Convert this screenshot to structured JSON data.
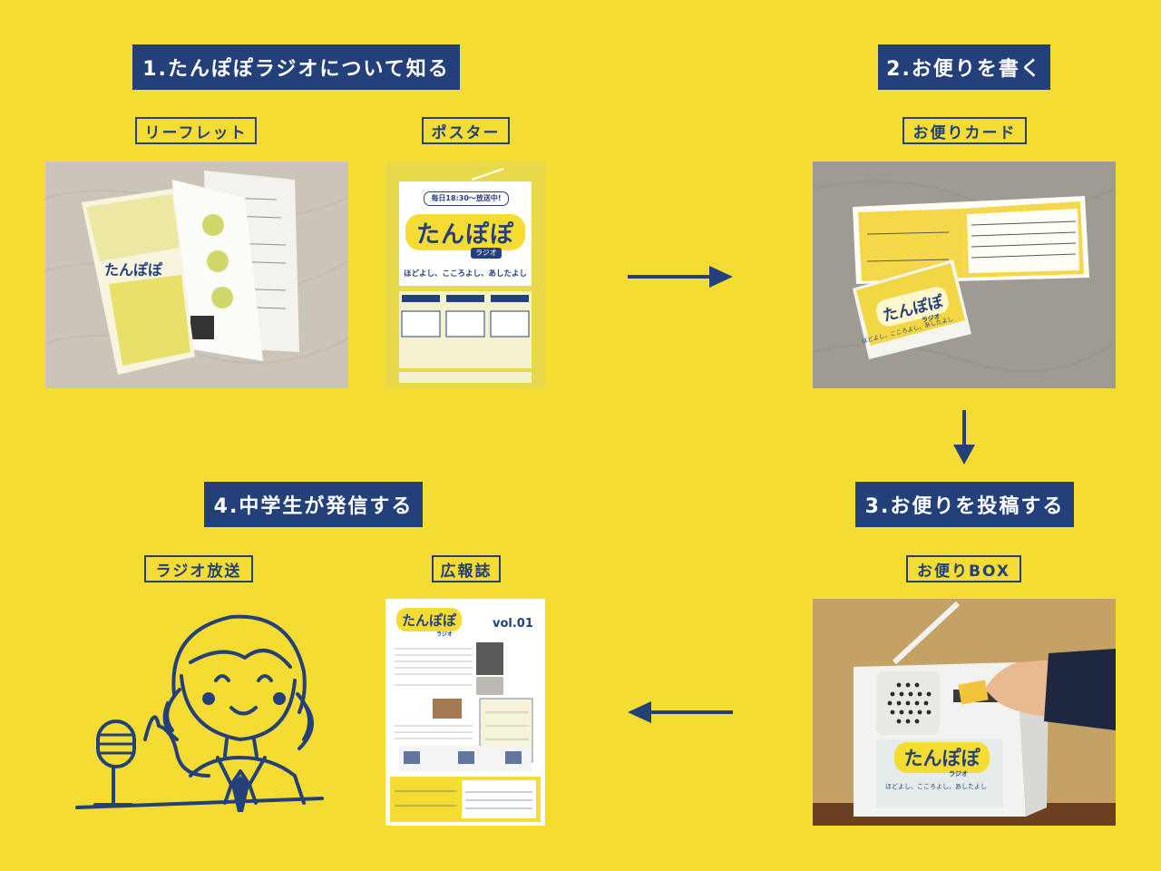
{
  "steps": {
    "step1": "1.たんぽぽラジオについて知る",
    "step2": "2.お便りを書く",
    "step3": "3.お便りを投稿する",
    "step4": "4.中学生が発信する"
  },
  "labels": {
    "leaflet": "リーフレット",
    "poster": "ポスター",
    "card": "お便りカード",
    "box": "お便りBOX",
    "radio": "ラジオ放送",
    "magazine": "広報誌"
  },
  "poster": {
    "badge": "毎日18:30〜放送中!",
    "logo": "たんぽぽ",
    "logo_sub": "ラジオ",
    "tagline": "ほどよし、こころよし、あしたよし"
  },
  "card": {
    "logo": "たんぽぽ",
    "logo_sub": "ラジオ",
    "tagline": "ほどよし、こころよし、あしたよし"
  },
  "box": {
    "logo": "たんぽぽ",
    "logo_sub": "ラジオ",
    "tagline": "ほどよし、こころよし、あしたよし"
  },
  "magazine": {
    "logo": "たんぽぽ",
    "logo_sub": "ラジオ",
    "vol": "vol.01"
  },
  "colors": {
    "background": "#f5dc32",
    "navy": "#24407a"
  }
}
